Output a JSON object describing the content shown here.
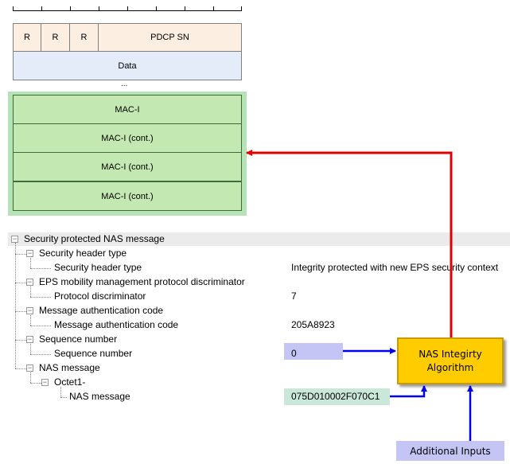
{
  "pdcp": {
    "r1": "R",
    "r2": "R",
    "r3": "R",
    "sn": "PDCP SN",
    "data": "Data",
    "ellipsis": "..."
  },
  "mac": [
    "MAC-I",
    "MAC-I (cont.)",
    "MAC-I (cont.)",
    "MAC-I (cont.)"
  ],
  "tree": {
    "root": "Security protected NAS message",
    "sec_type_group": "Security header type",
    "sec_type": "Security header type",
    "sec_type_value": "Integrity protected with new EPS security context",
    "emm_group": "EPS mobility management protocol discriminator",
    "pd": "Protocol discriminator",
    "pd_value": "7",
    "mac_group": "Message authentication code",
    "mac_item": "Message authentication code",
    "mac_value": "205A8923",
    "sn_group": "Sequence number",
    "sn_item": "Sequence number",
    "sn_value": "0",
    "nas_group": "NAS message",
    "octet": "Octet1-",
    "nas_item": "NAS message",
    "nas_value": "075D010002F070C1"
  },
  "algo": {
    "line1": "NAS Integirty",
    "line2": "Algorithm"
  },
  "additional": "Additional Inputs",
  "colors": {
    "arrow_red": "#e00000",
    "arrow_blue": "#0000ee",
    "algo": "#ffcc00"
  }
}
